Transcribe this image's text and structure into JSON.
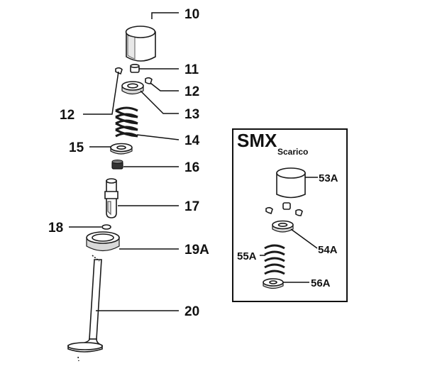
{
  "callouts": {
    "c10": "10",
    "c11": "11",
    "c12_right": "12",
    "c12_left": "12",
    "c13": "13",
    "c14": "14",
    "c15": "15",
    "c16": "16",
    "c17": "17",
    "c18": "18",
    "c19a": "19A",
    "c20": "20"
  },
  "inset": {
    "title": "SMX",
    "subtitle": "Scarico",
    "c53a": "53A",
    "c54a": "54A",
    "c55a": "55A",
    "c56a": "56A"
  },
  "colors": {
    "line": "#111111",
    "shade": "#d9d9d9",
    "background": "#ffffff"
  }
}
